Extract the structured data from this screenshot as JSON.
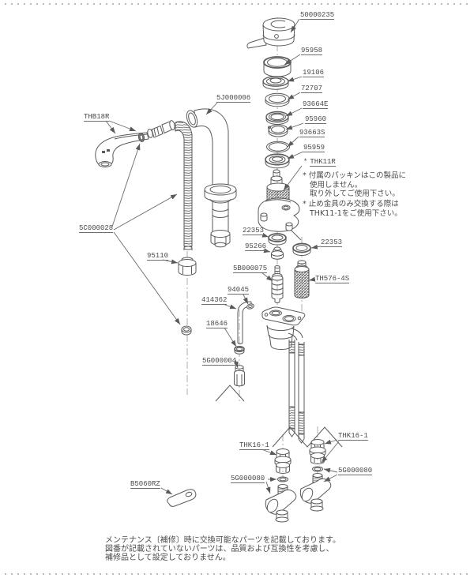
{
  "diagram": {
    "title_hidden": "",
    "part_labels": {
      "p50000235": "50000235",
      "p95958": "95958",
      "p19106": "19106",
      "p72707": "72707",
      "p93664E": "93664E",
      "p95960": "95960",
      "p93663S": "93663S",
      "p95959": "95959",
      "pTHK11R": "THK11R",
      "p5J000006": "5J000006",
      "pTHB18R": "THB18R",
      "p5C000028": "5C000028",
      "p95110": "95110",
      "p22353a": "22353",
      "p95266": "95266",
      "p22353b": "22353",
      "p5B000075": "5B000075",
      "pTH576_4S": "TH576-4S",
      "p94045": "94045",
      "p414362": "414362",
      "p18646": "18646",
      "p5G000004": "5G000004",
      "pTHK16_1L": "THK16-1",
      "pTHK16_1R": "THK16-1",
      "p5G000080L": "5G000080",
      "p5G000080R": "5G000080",
      "pB5060RZ": "B5060RZ"
    },
    "notes": {
      "thk11r_bullet": "*",
      "note1_bullet": "*",
      "note1_line1": "付属のパッキンはこの製品に",
      "note1_line2": "使用しません。",
      "note1_line3": "取り外してご使用下さい。",
      "note2_bullet": "*",
      "note2_line1": "止め金具のみ交換する際は",
      "note2_line2": "THK11-1をご使用下さい。"
    },
    "footer": {
      "line1": "メンテナンス〔補修〕時に交換可能なパーツを記載しております。",
      "line2": "図番が記載されていないパーツは、品質および互換性を考慮し、",
      "line3": "補修品として設定しておりません。"
    },
    "colors": {
      "line": "#5a5a5a",
      "text": "#4a4a4a",
      "background": "#ffffff"
    }
  }
}
